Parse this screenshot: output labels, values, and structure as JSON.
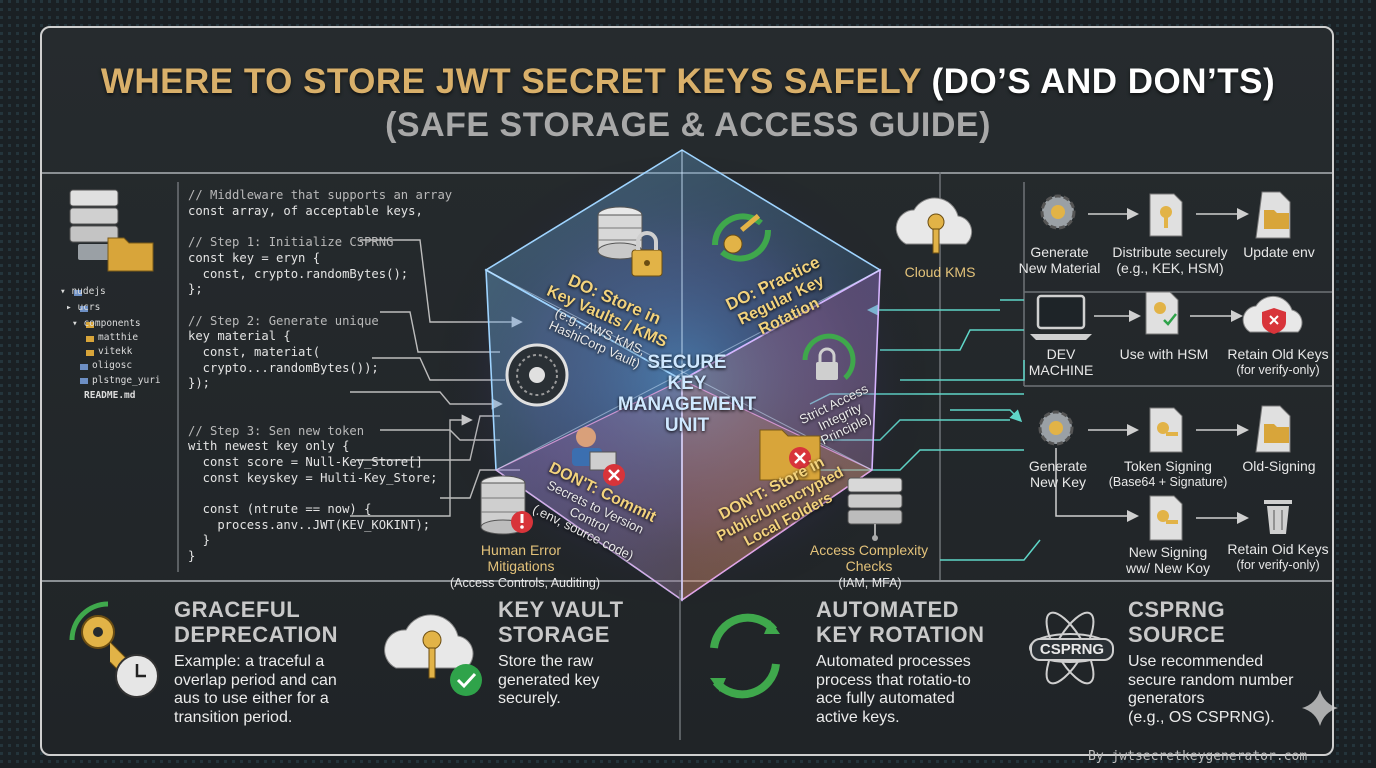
{
  "title": {
    "line1_gold": "WHERE TO STORE JWT SECRET KEYS SAFELY ",
    "line1_white": "(DO’S AND DON’TS)",
    "line2": "(SAFE STORAGE & ACCESS GUIDE)"
  },
  "code_lines": [
    {
      "text": "// Middleware that supports an array",
      "comment": true
    },
    {
      "text": "const array, of acceptable keys,",
      "comment": false
    },
    {
      "text": "",
      "comment": false
    },
    {
      "text": "// Step 1: Initialize CSPRNG",
      "comment": true
    },
    {
      "text": "const key = eryn {",
      "comment": false
    },
    {
      "text": "  const, crypto.randomBytes();",
      "comment": false
    },
    {
      "text": "};",
      "comment": false
    },
    {
      "text": "",
      "comment": false
    },
    {
      "text": "// Step 2: Generate unique",
      "comment": true
    },
    {
      "text": "key material {",
      "comment": false
    },
    {
      "text": "  const, materiat(",
      "comment": false
    },
    {
      "text": "  crypto...randomBytes());",
      "comment": false
    },
    {
      "text": "});",
      "comment": false
    },
    {
      "text": "",
      "comment": false
    },
    {
      "text": "",
      "comment": false
    },
    {
      "text": "// Step 3: Sen new token",
      "comment": true
    },
    {
      "text": "with newest key only {",
      "comment": false
    },
    {
      "text": "  const score = Null-Key_Store[]",
      "comment": false
    },
    {
      "text": "  const keyskey = Hulti-Key_Store;",
      "comment": false
    },
    {
      "text": "",
      "comment": false
    },
    {
      "text": "  const (ntrute == now) {",
      "comment": false
    },
    {
      "text": "    process.anv..JWT(KEV_KOKINT);",
      "comment": false
    },
    {
      "text": "  }",
      "comment": false
    },
    {
      "text": "}",
      "comment": false
    }
  ],
  "file_tree": [
    "▾ nudejs",
    "▸ ucrs",
    "▾ components",
    "matthie",
    "vitekk",
    "oligosc",
    "plstnge_yuri",
    "README.md"
  ],
  "cube": {
    "center_line1": "SECURE",
    "center_line2": "KEY",
    "center_line3": "MANAGEMENT",
    "center_line4": "UNIT",
    "do_store_title": "DO: Store in",
    "do_store_sub": "Key Vaults / KMS",
    "do_store_detail1": "(e.g., AWS KMS,",
    "do_store_detail2": "HashiCorp Vault)",
    "do_rotate_title": "DO: Practice",
    "do_rotate_sub1": "Regular Key",
    "do_rotate_sub2": "Rotation",
    "strict_line1": "Strict Access",
    "strict_line2": "Integrity",
    "strict_line3": "Principle)",
    "dont_commit_title": "DON'T: Commit",
    "dont_commit_sub1": "Secrets to Version Control",
    "dont_commit_sub2": "(.env, source code)",
    "dont_store_title": "DON'T: Store in",
    "dont_store_sub1": "Public/Unencrypted",
    "dont_store_sub2": "Local Folders"
  },
  "mid_labels": {
    "human_error_1": "Human Error",
    "human_error_2": "Mitigations",
    "human_error_3": "(Access Controls, Auditing)",
    "access_1": "Access Complexity",
    "access_2": "Checks",
    "access_3": "(IAM, MFA)"
  },
  "right_flow": {
    "cloud_kms": "Cloud KMS",
    "dev_machine_1": "DEV",
    "dev_machine_2": "MACHINE",
    "row1": {
      "generate_1": "Generate",
      "generate_2": "New Material",
      "distribute_1": "Distribute securely",
      "distribute_2": "(e.g., KEK, HSM)",
      "update": "Update env"
    },
    "row2": {
      "use_hsm": "Use with HSM",
      "retain_1": "Retain Old Keys",
      "retain_2": "(for verify-only)"
    },
    "row3": {
      "generate_1": "Generate",
      "generate_2": "New Key",
      "token_1": "Token Signing",
      "token_2": "(Base64 + Signature)",
      "old": "Old-Signing"
    },
    "row4": {
      "new_1": "New Signing",
      "new_2": "ww/ New Koy",
      "retain_1": "Retain Oid Keys",
      "retain_2": "(for verify-only)"
    }
  },
  "bottom": [
    {
      "title1": "GRACEFUL",
      "title2": "DEPRECATION",
      "desc": [
        "Example: a traceful a",
        "overlap period and can",
        "aus to use either for a",
        "transition period."
      ]
    },
    {
      "title1": "KEY VAULT",
      "title2": "STORAGE",
      "desc": [
        "Store the raw",
        "generated key",
        "securely."
      ]
    },
    {
      "title1": "AUTOMATED",
      "title2": "KEY ROTATION",
      "desc": [
        "Automated processes",
        "process that rotatio-to",
        "ace fully automated",
        "active keys."
      ]
    },
    {
      "title1": "CSPRNG",
      "title2": "SOURCE",
      "desc": [
        "Use recommended",
        "secure random number",
        "generators",
        "(e.g., OS CSPRNG)."
      ]
    }
  ],
  "csprng_badge": "CSPRNG",
  "watermark": "By jwtsecretkeygenerator.com",
  "colors": {
    "gold": "#d9b06a",
    "frame": "#cfcfcf",
    "background": "#1a2024",
    "panel": "#232729",
    "danger": "#d8343a",
    "ok": "#2fa34a"
  }
}
